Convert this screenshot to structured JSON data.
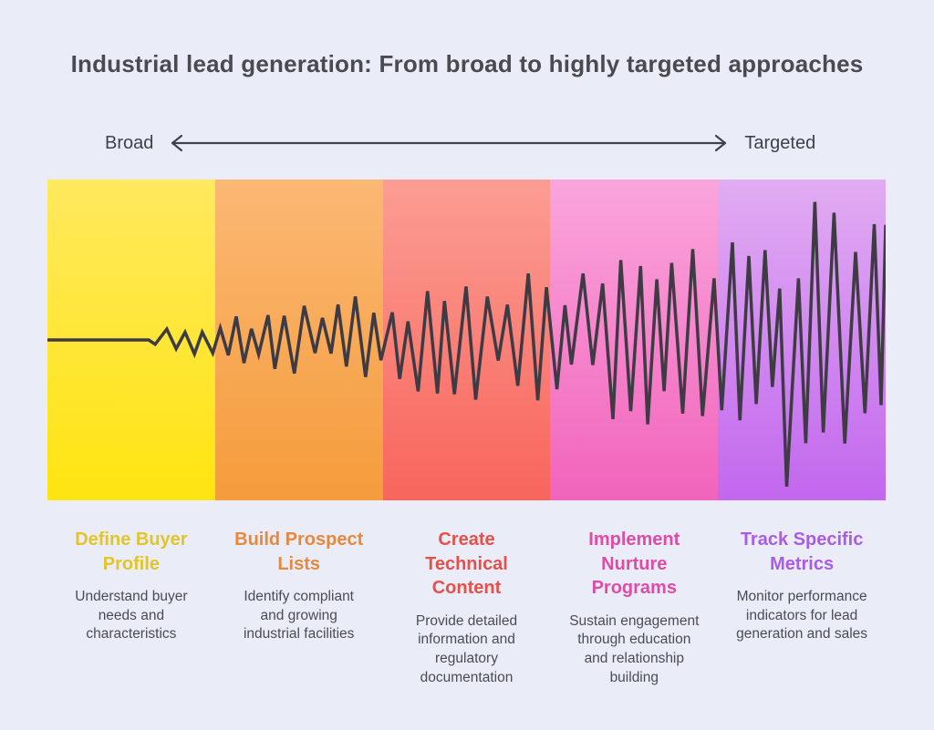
{
  "page": {
    "title": "Industrial lead generation: From broad to highly targeted approaches",
    "background": "#EAEDF8",
    "title_color": "#4A4B52"
  },
  "axis": {
    "left_label": "Broad",
    "right_label": "Targeted",
    "arrow_icon": "double-headed-arrow",
    "arrow_color": "#3E434C",
    "label_color": "#3C414B"
  },
  "waveform": {
    "description": "seismograph-style line growing in amplitude from broad to targeted",
    "color": "#3F3B45",
    "stroke_width": 3.5,
    "seed": 7,
    "flat_until": 111,
    "step_min": 7,
    "step_max": 13,
    "envelope": [
      [
        0,
        0
      ],
      [
        111,
        0
      ],
      [
        118,
        12
      ],
      [
        184,
        20
      ],
      [
        368,
        50
      ],
      [
        552,
        70
      ],
      [
        736,
        95
      ],
      [
        828,
        175
      ],
      [
        919,
        130
      ]
    ]
  },
  "stages": [
    {
      "title": "Define Buyer Profile",
      "description": "Understand buyer needs and characteristics",
      "title_color": "#E2C52B",
      "panel_top": "#FFE95E",
      "panel_bottom": "#FFE410"
    },
    {
      "title": "Build Prospect Lists",
      "description": "Identify compliant and growing industrial facilities",
      "title_color": "#E8883C",
      "panel_top": "#FBB873",
      "panel_bottom": "#F59C3C"
    },
    {
      "title": "Create Technical Content",
      "description": "Provide detailed information and regulatory documentation",
      "title_color": "#E7504A",
      "panel_top": "#FB9D93",
      "panel_bottom": "#F8655C"
    },
    {
      "title": "Implement Nurture Programs",
      "description": "Sustain engagement through education and relationship building",
      "title_color": "#E04BA8",
      "panel_top": "#FAA5DB",
      "panel_bottom": "#F164BC"
    },
    {
      "title": "Track Specific Metrics",
      "description": "Monitor performance indicators for lead generation and sales",
      "title_color": "#AA5BE7",
      "panel_top": "#E1ACF2",
      "panel_bottom": "#C267EE"
    }
  ]
}
